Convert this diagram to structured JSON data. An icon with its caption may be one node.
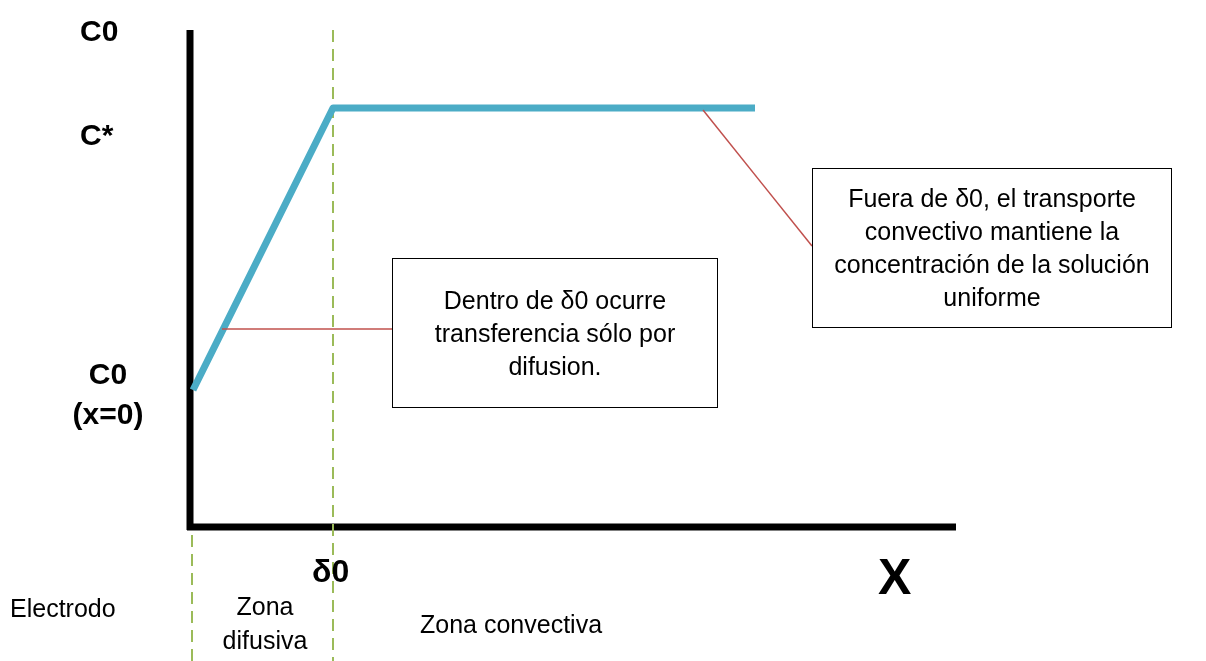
{
  "diagram": {
    "nodes": [
      {
        "text": [
          "Dentro de δ0 ocurre transferencia sólo por difusion."
        ]
      },
      {
        "text": [
          "Fuera de δ0, el transporte convectivo mantiene la concentración de la solución uniforme"
        ]
      }
    ],
    "edges": [
      {
        "from": 0,
        "to": null,
        "arrow": "none",
        "color": "#c0504d"
      },
      {
        "from": 1,
        "to": null,
        "arrow": "none",
        "color": "#c0504d"
      }
    ],
    "labels": [
      "C0",
      "C*",
      "C0 (x=0)",
      "δ0",
      "X",
      "Electrodo",
      "Zona difusiva",
      "Zona convectiva"
    ]
  }
}
